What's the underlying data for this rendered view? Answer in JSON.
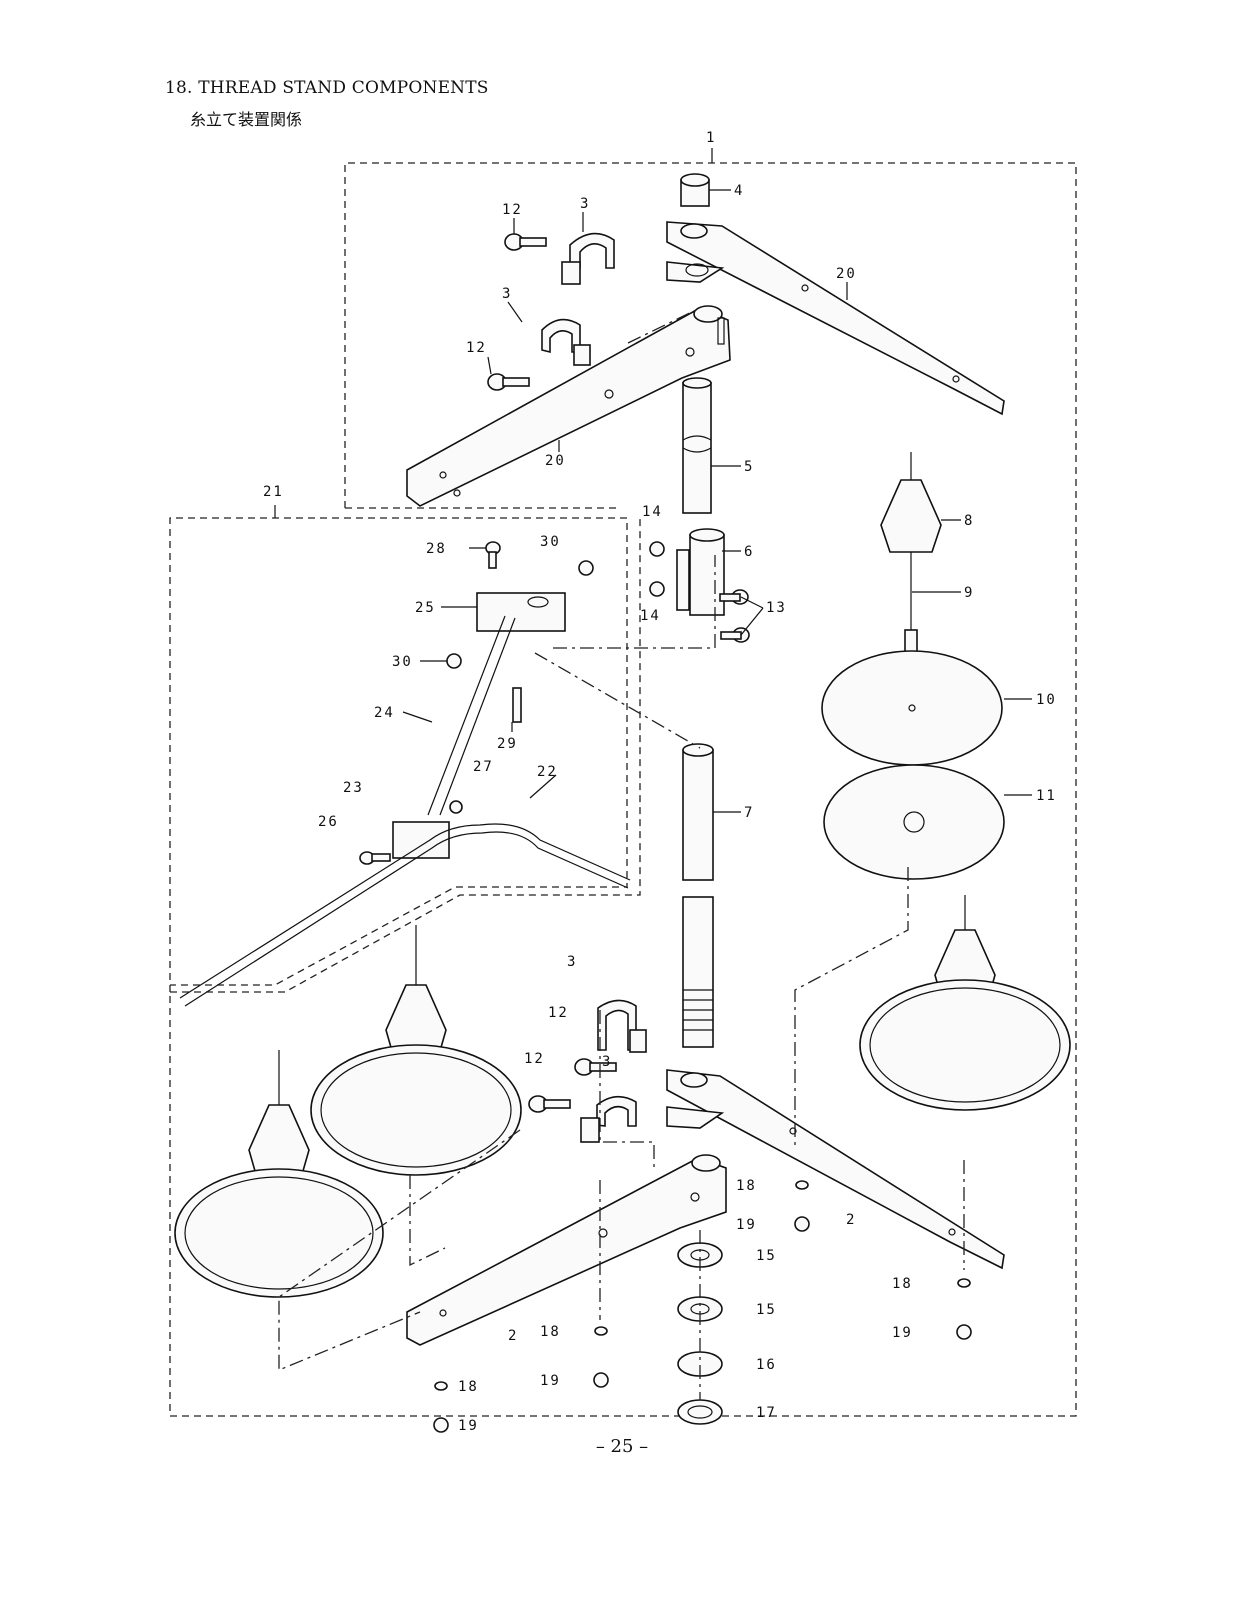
{
  "header": {
    "title": "18. THREAD STAND COMPONENTS",
    "subtitle": "糸立て装置関係"
  },
  "footer": {
    "page_number": "– 25 –"
  },
  "callouts": [
    "1",
    "2",
    "3",
    "4",
    "5",
    "6",
    "7",
    "8",
    "9",
    "10",
    "11",
    "12",
    "13",
    "14",
    "15",
    "16",
    "17",
    "18",
    "19",
    "20",
    "21",
    "22",
    "23",
    "24",
    "25",
    "26",
    "27",
    "28",
    "29",
    "30"
  ]
}
